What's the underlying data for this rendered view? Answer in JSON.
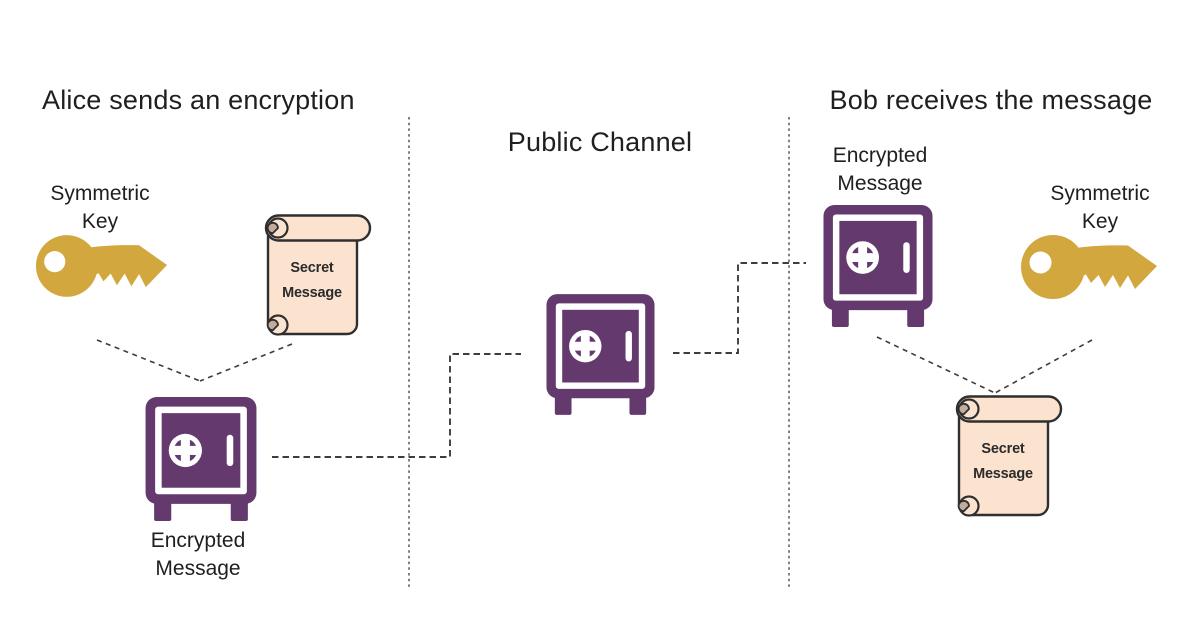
{
  "theme": {
    "background": "#ffffff",
    "purple": "#64396E",
    "gold": "#D2A73E",
    "scroll_fill": "#FBE3D0",
    "scroll_shade": "#C3AB9E",
    "outline": "#2F2F2F",
    "text": "#1F1F1F",
    "dash": "#3d3d3d",
    "divider": "#616161"
  },
  "icons": {
    "key": "symmetric-key-icon",
    "safe": "safe-vault-icon",
    "scroll": "scroll-document-icon"
  },
  "sections": {
    "alice": {
      "title": "Alice sends an encryption",
      "key_label": "Symmetric\nKey",
      "scroll_text": "Secret\nMessage",
      "safe_label": "Encrypted\nMessage"
    },
    "channel": {
      "title": "Public Channel"
    },
    "bob": {
      "title": "Bob receives the message",
      "safe_label": "Encrypted\nMessage",
      "key_label": "Symmetric\nKey",
      "scroll_text": "Secret\nMessage"
    }
  }
}
